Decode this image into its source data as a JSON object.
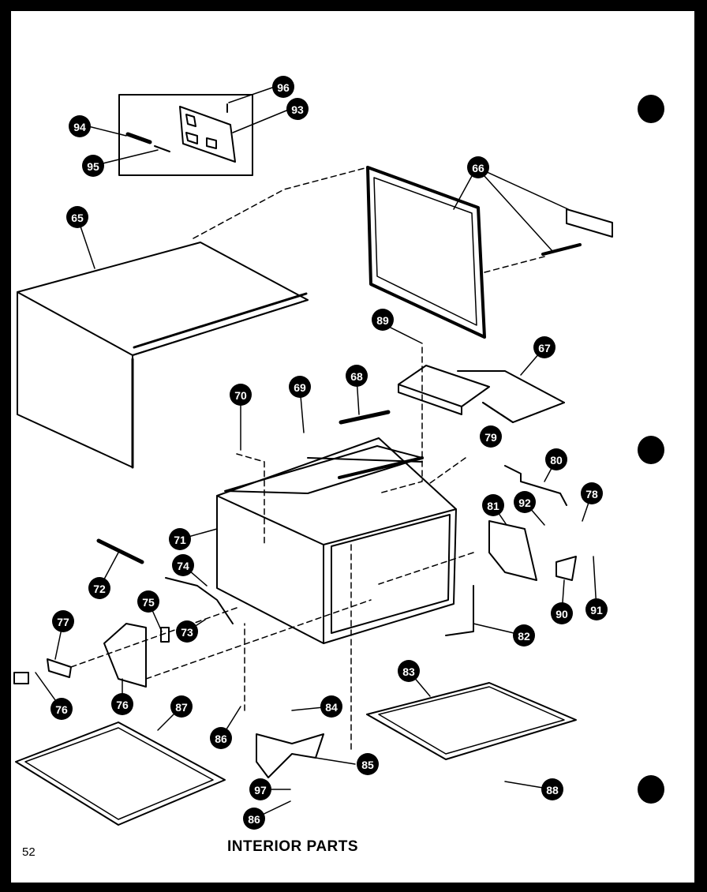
{
  "page": {
    "caption": "INTERIOR PARTS",
    "page_number": "52"
  },
  "callouts": [
    "96",
    "93",
    "94",
    "95",
    "65",
    "66",
    "89",
    "67",
    "70",
    "69",
    "68",
    "79",
    "80",
    "78",
    "81",
    "92",
    "71",
    "74",
    "72",
    "75",
    "73",
    "77",
    "76",
    "76",
    "90",
    "91",
    "82",
    "83",
    "84",
    "86",
    "87",
    "85",
    "97",
    "86",
    "88"
  ]
}
